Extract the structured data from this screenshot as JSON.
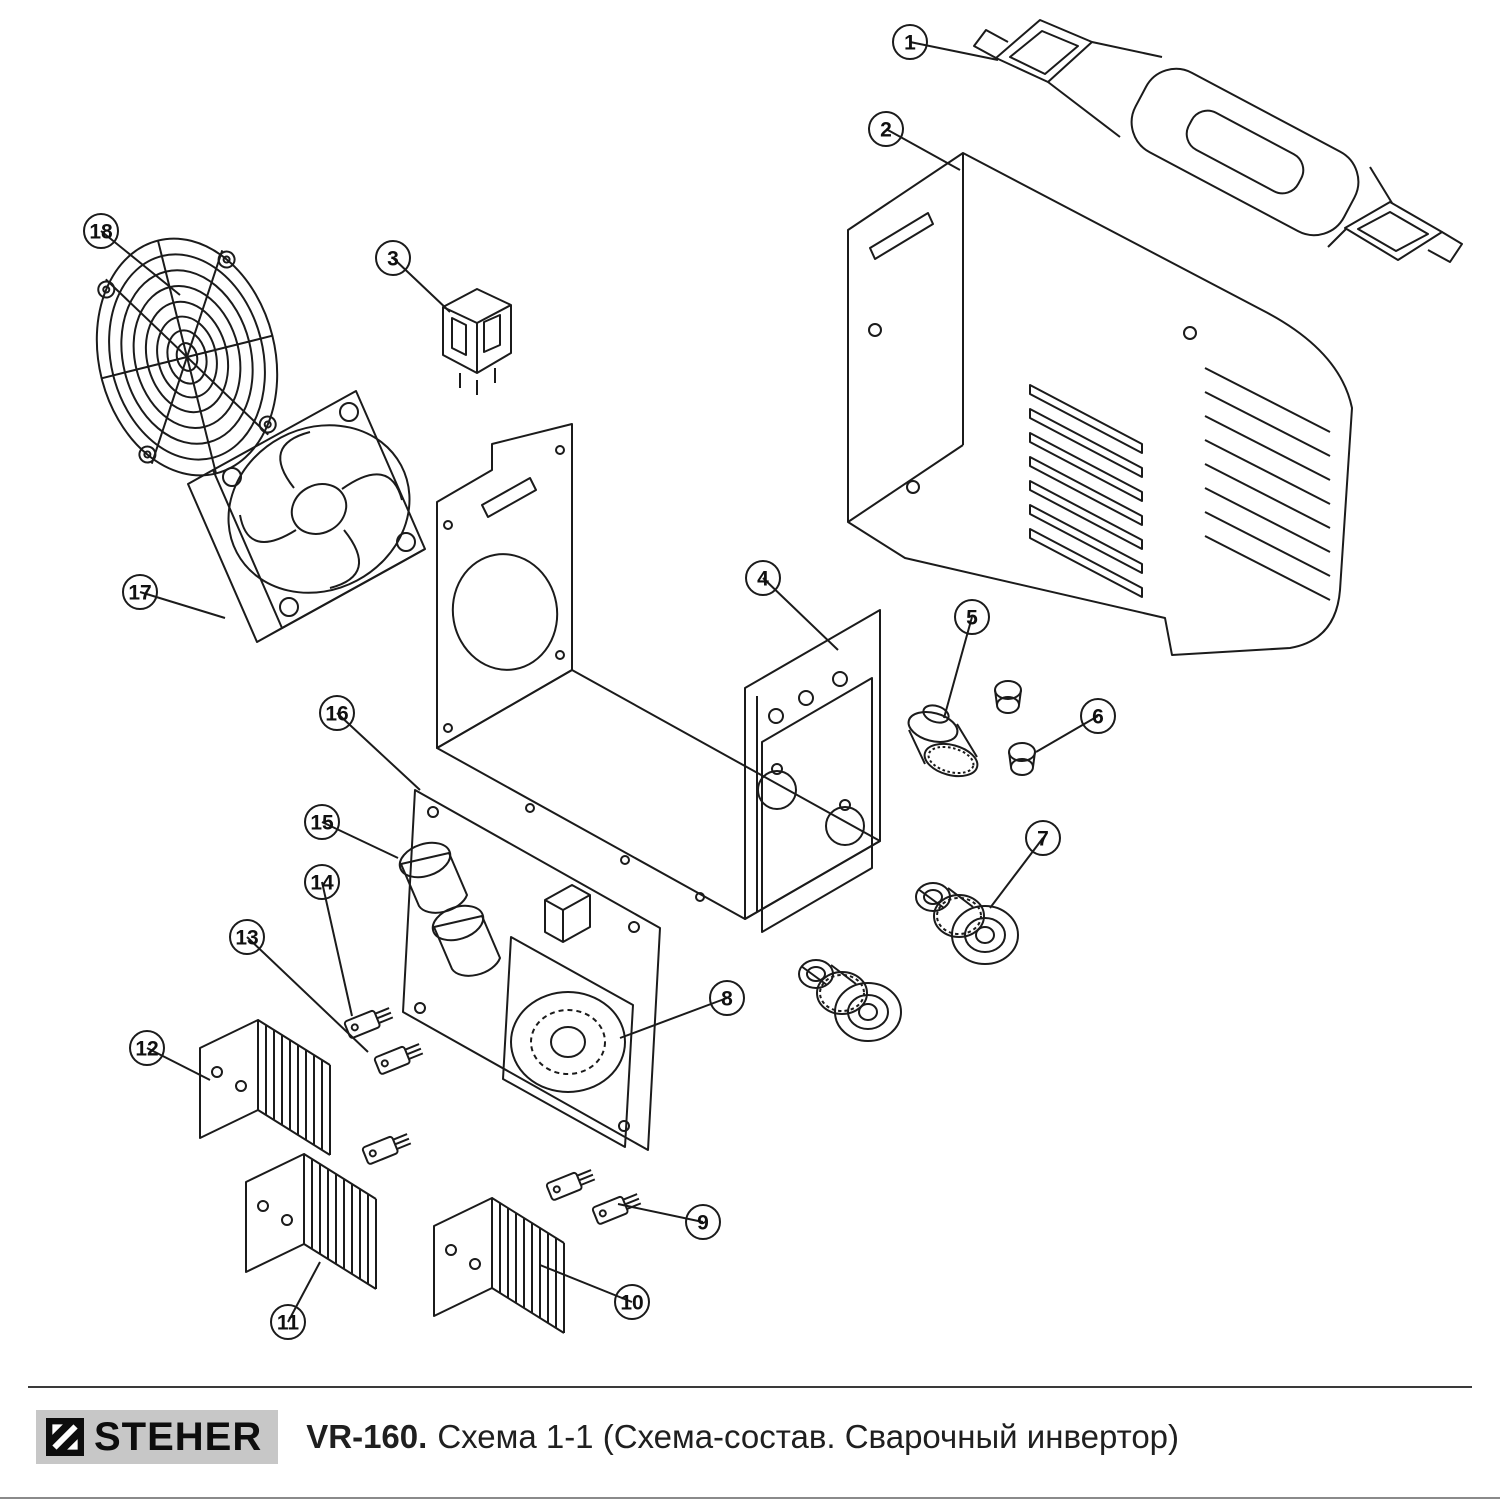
{
  "callouts": [
    {
      "label": "1"
    },
    {
      "label": "2"
    },
    {
      "label": "3"
    },
    {
      "label": "4"
    },
    {
      "label": "5"
    },
    {
      "label": "6"
    },
    {
      "label": "7"
    },
    {
      "label": "8"
    },
    {
      "label": "9"
    },
    {
      "label": "10"
    },
    {
      "label": "11"
    },
    {
      "label": "12"
    },
    {
      "label": "13"
    },
    {
      "label": "14"
    },
    {
      "label": "15"
    },
    {
      "label": "16"
    },
    {
      "label": "17"
    },
    {
      "label": "18"
    }
  ],
  "footer": {
    "brand": "STEHER",
    "model": "VR-160.",
    "caption": "Схема 1-1 (Схема-состав. Сварочный инвертор)"
  }
}
